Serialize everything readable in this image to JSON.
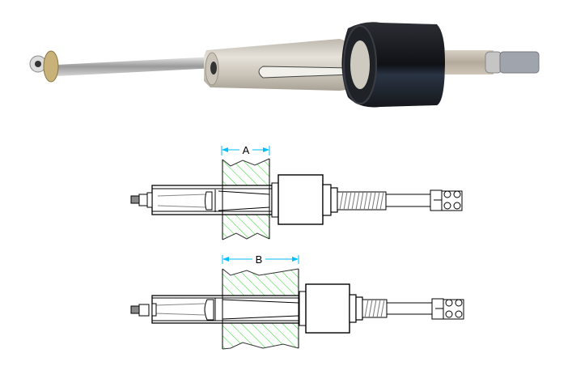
{
  "photo": {
    "subject": "blind hole bearing puller tool photo",
    "colors": {
      "sleeve": "#cfcac0",
      "rod": "#c8c8c8",
      "collar": "#16181d",
      "washer": "#c9b27a"
    }
  },
  "drawing": {
    "dimension_color": "#00bfff",
    "hatch_color": "#33dd33",
    "line_color": "#000000",
    "views": [
      {
        "id": "A",
        "label": "A",
        "description": "tool inserted to depth A"
      },
      {
        "id": "B",
        "label": "B",
        "description": "tool inserted to depth B"
      }
    ]
  }
}
